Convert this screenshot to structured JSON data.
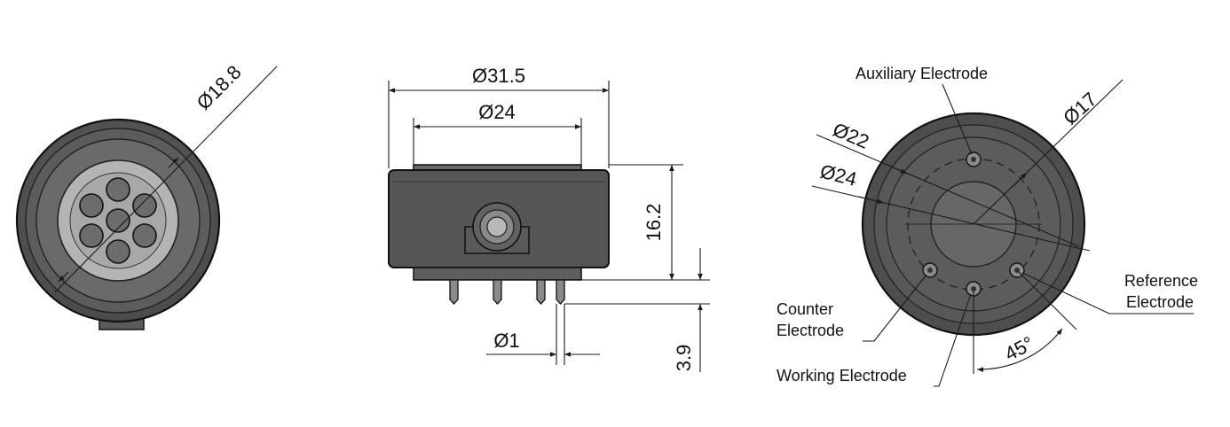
{
  "colors": {
    "body_dark": "#4f4f4f",
    "body_mid": "#676767",
    "body_light": "#8c8c8c",
    "face_light": "#b5b5b5",
    "outline": "#111111",
    "dimension_line": "#1a1a1a",
    "background": "#ffffff"
  },
  "front_view": {
    "diameter_label": "Ø18.8"
  },
  "side_view": {
    "outer_diameter_label": "Ø31.5",
    "inner_diameter_label": "Ø24",
    "height_label": "16.2",
    "pin_diameter_label": "Ø1",
    "pin_length_label": "3.9"
  },
  "rear_view": {
    "d17_label": "Ø17",
    "d22_label": "Ø22",
    "d24_label": "Ø24",
    "angle_label": "45°",
    "electrodes": {
      "auxiliary": "Auxiliary Electrode",
      "counter_line1": "Counter",
      "counter_line2": "Electrode",
      "reference_line1": "Reference",
      "reference_line2": "Electrode",
      "working": "Working Electrode"
    }
  }
}
